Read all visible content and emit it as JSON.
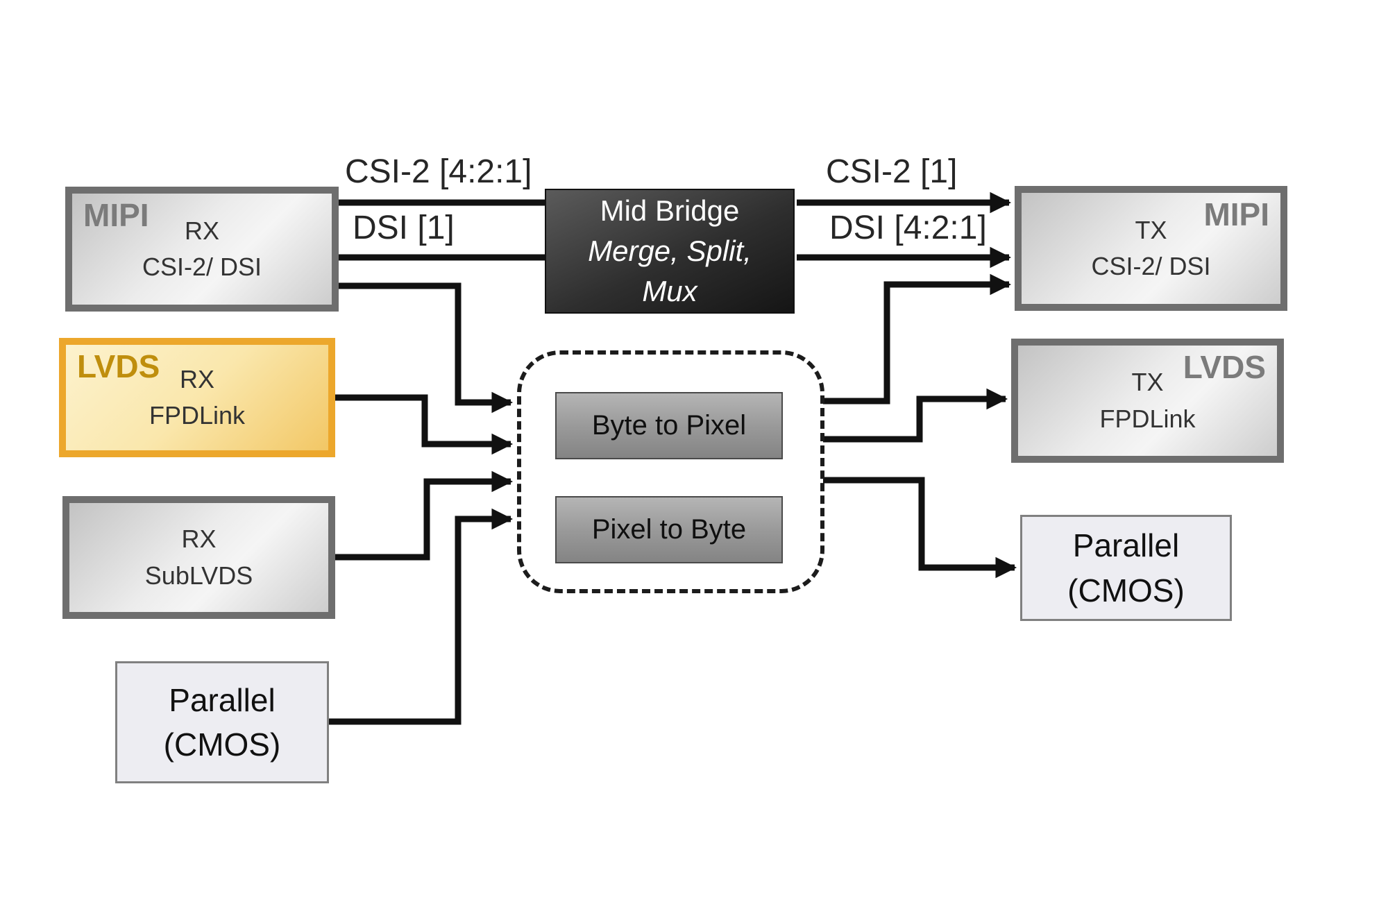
{
  "boxes": {
    "mipi_rx": {
      "corner": "MIPI",
      "line1": "RX",
      "line2": "CSI-2/ DSI"
    },
    "lvds_rx": {
      "corner": "LVDS",
      "line1": "RX",
      "line2": "FPDLink"
    },
    "sublvds_rx": {
      "line1": "RX",
      "line2": "SubLVDS"
    },
    "parallel_in": {
      "line1": "Parallel",
      "line2": "(CMOS)"
    },
    "mid_bridge": {
      "line1": "Mid Bridge",
      "line2": "Merge, Split,",
      "line3": "Mux"
    },
    "byte_to_pixel": {
      "label": "Byte to Pixel"
    },
    "pixel_to_byte": {
      "label": "Pixel to Byte"
    },
    "mipi_tx": {
      "corner": "MIPI",
      "line1": "TX",
      "line2": "CSI-2/ DSI"
    },
    "lvds_tx": {
      "corner": "LVDS",
      "line1": "TX",
      "line2": "FPDLink"
    },
    "parallel_out": {
      "line1": "Parallel",
      "line2": "(CMOS)"
    }
  },
  "bus_labels": {
    "csi2_in": "CSI-2 [4:2:1]",
    "dsi_in": "DSI [1]",
    "csi2_out": "CSI-2 [1]",
    "dsi_out": "DSI [4:2:1]"
  },
  "colors": {
    "gray_border": "#6e6e6e",
    "gray_corner_label": "#7b7b7b",
    "lvds_border": "#ECA72C",
    "lvds_corner_label": "#BF8E0D",
    "wire_black": "#111111",
    "mid_bridge_dark": "#2e2e2e",
    "plain_fill": "#EDEDF2"
  }
}
